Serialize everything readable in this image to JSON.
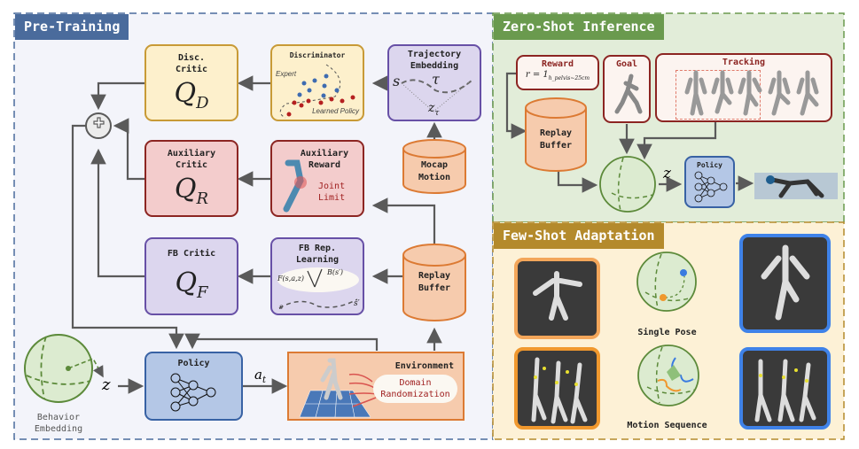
{
  "pretraining": {
    "title": "Pre-Training",
    "disc_critic": {
      "label": "Disc.\nCritic",
      "line1": "Disc.",
      "line2": "Critic",
      "symbol": "Q",
      "sub": "D"
    },
    "discriminator": {
      "label": "Discriminator",
      "expert": "Expert",
      "learned": "Learned Policy"
    },
    "trajectory_embedding": {
      "line1": "Trajectory",
      "line2": "Embedding",
      "s": "s",
      "tau": "τ",
      "z_tau": "z",
      "z_sub": "τ"
    },
    "aux_critic": {
      "line1": "Auxiliary",
      "line2": "Critic",
      "symbol": "Q",
      "sub": "R"
    },
    "aux_reward": {
      "line1": "Auxiliary",
      "line2": "Reward",
      "joint1": "Joint",
      "joint2": "Limit"
    },
    "mocap": {
      "line1": "Mocap",
      "line2": "Motion"
    },
    "fb_critic": {
      "label": "FB Critic",
      "symbol": "Q",
      "sub": "F"
    },
    "fb_rep": {
      "line1": "FB Rep.",
      "line2": "Learning",
      "F": "F(s,a,z)",
      "B": "B(s′)",
      "s": "s",
      "s_prime": "s′"
    },
    "replay_buffer": {
      "line1": "Replay",
      "line2": "Buffer"
    },
    "policy": {
      "label": "Policy",
      "action": "a",
      "action_sub": "t"
    },
    "environment": {
      "label": "Environment",
      "dr1": "Domain",
      "dr2": "Randomization"
    },
    "behavior": {
      "line1": "Behavior",
      "line2": "Embedding",
      "z": "z"
    }
  },
  "zeroshot": {
    "title": "Zero-Shot Inference",
    "reward": {
      "label": "Reward",
      "formula": "r = 1",
      "formula_sub": "h_pelvis~25cm"
    },
    "goal": {
      "label": "Goal"
    },
    "tracking": {
      "label": "Tracking"
    },
    "replay_buffer": {
      "line1": "Replay",
      "line2": "Buffer"
    },
    "z": "z",
    "policy": {
      "label": "Policy"
    }
  },
  "fewshot": {
    "title": "Few-Shot Adaptation",
    "single_pose": "Single Pose",
    "motion_sequence": "Motion Sequence"
  },
  "colors": {
    "pretraining": "#4a6b9c",
    "zeroshot": "#6a9a4e",
    "fewshot": "#b48a2c"
  }
}
